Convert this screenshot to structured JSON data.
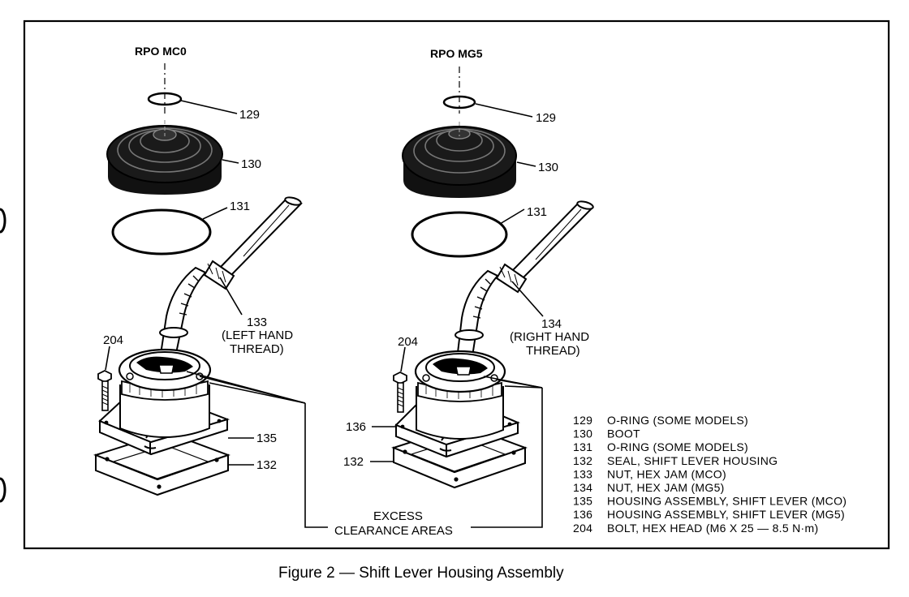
{
  "figure": {
    "caption": "Figure 2 — Shift Lever Housing Assembly",
    "left_assembly": {
      "heading": "RPO MC0",
      "callouts": {
        "oring_top": "129",
        "boot": "130",
        "oring": "131",
        "nut_number": "133",
        "nut_note_1": "(LEFT HAND",
        "nut_note_2": "THREAD)",
        "bolt": "204",
        "housing": "135",
        "seal": "132"
      }
    },
    "right_assembly": {
      "heading": "RPO MG5",
      "callouts": {
        "oring_top": "129",
        "boot": "130",
        "oring": "131",
        "nut_number": "134",
        "nut_note_1": "(RIGHT HAND",
        "nut_note_2": "THREAD)",
        "bolt": "204",
        "housing": "136",
        "seal": "132"
      }
    },
    "excess_clearance": {
      "line1": "EXCESS",
      "line2": "CLEARANCE AREAS"
    },
    "legend": [
      {
        "num": "129",
        "desc": "O-RING (SOME MODELS)"
      },
      {
        "num": "130",
        "desc": "BOOT"
      },
      {
        "num": "131",
        "desc": "O-RING (SOME MODELS)"
      },
      {
        "num": "132",
        "desc": "SEAL, SHIFT LEVER HOUSING"
      },
      {
        "num": "133",
        "desc": "NUT, HEX JAM (MCO)"
      },
      {
        "num": "134",
        "desc": "NUT, HEX JAM (MG5)"
      },
      {
        "num": "135",
        "desc": "HOUSING ASSEMBLY, SHIFT LEVER (MCO)"
      },
      {
        "num": "136",
        "desc": "HOUSING ASSEMBLY, SHIFT LEVER (MG5)"
      },
      {
        "num": "204",
        "desc": "BOLT, HEX HEAD (M6 X 25 — 8.5 N·m)"
      }
    ]
  }
}
